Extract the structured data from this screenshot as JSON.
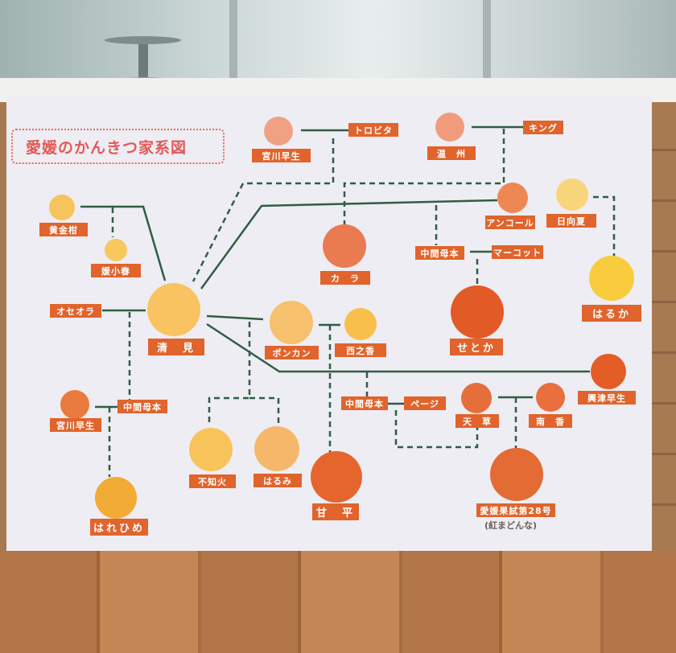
{
  "title": "愛媛のかんきつ家系図",
  "colors": {
    "label_bg": "#e0642c",
    "line_green": "#2f5d45",
    "title_red": "#e25a57"
  },
  "varieties": {
    "miyagawa_wase_top": "宮川早生",
    "torovita": "トロビタ",
    "unshu": "温　州",
    "king": "キング",
    "ogonkan": "黄金柑",
    "himekoharu": "媛小春",
    "kara": "カ　ラ",
    "ancor": "アンコール",
    "hyuganatsu": "日向夏",
    "chukan_bohon_1": "中間母本",
    "murcott": "マーコット",
    "haruka": "はるか",
    "setoka": "せとか",
    "oseola": "オセオラ",
    "kiyomi": "清　見",
    "ponkan": "ポンカン",
    "nishinoka": "西之香",
    "okitsu_wase": "興津早生",
    "miyagawa_wase_left": "宮川早生",
    "chukan_bohon_2": "中間母本",
    "chukan_bohon_3": "中間母本",
    "page": "ページ",
    "amakusa": "天　草",
    "nanko": "南　香",
    "shiranui": "不知火",
    "harumi": "はるみ",
    "kanpei": "甘　平",
    "harehime": "はれひめ",
    "ehime_28": "愛媛果試第28号",
    "benimadonna": "(紅まどんな)"
  }
}
